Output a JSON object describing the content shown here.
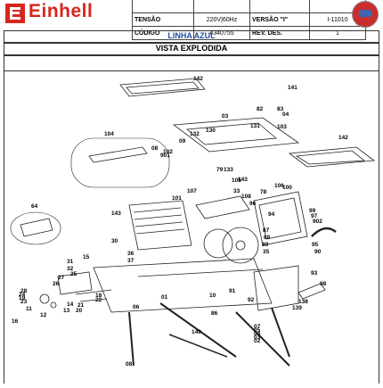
{
  "brand": {
    "name": "Einhell"
  },
  "header": {
    "rows": [
      {
        "label": "TENSÃO",
        "value": "220V|60Hz",
        "label2": "VERSÃO \"I\"",
        "value2": "I-11010"
      },
      {
        "label": "CÓDIGO",
        "value": "4340755",
        "label2": "REV. DES.",
        "value2": "1"
      }
    ]
  },
  "line_label": "LINHA AZUL",
  "view_label": "VISTA EXPLODIDA",
  "callouts": [
    "142",
    "141",
    "82",
    "83",
    "04",
    "03",
    "132",
    "130",
    "131",
    "133",
    "103",
    "104",
    "08",
    "09",
    "901",
    "143",
    "102",
    "79",
    "105",
    "78",
    "33",
    "142",
    "106",
    "107",
    "108",
    "96",
    "101",
    "143",
    "100",
    "99",
    "97",
    "902",
    "64",
    "94",
    "95",
    "90",
    "86",
    "87",
    "88",
    "89",
    "35",
    "30",
    "31",
    "32",
    "25",
    "28",
    "27",
    "26",
    "24",
    "36",
    "37",
    "18",
    "22",
    "21",
    "20",
    "19",
    "23",
    "11",
    "12",
    "13",
    "14",
    "15",
    "16",
    "10",
    "91",
    "92",
    "93",
    "98",
    "138",
    "139",
    "140",
    "07",
    "05",
    "04",
    "03",
    "02",
    "01",
    "06",
    "08"
  ]
}
